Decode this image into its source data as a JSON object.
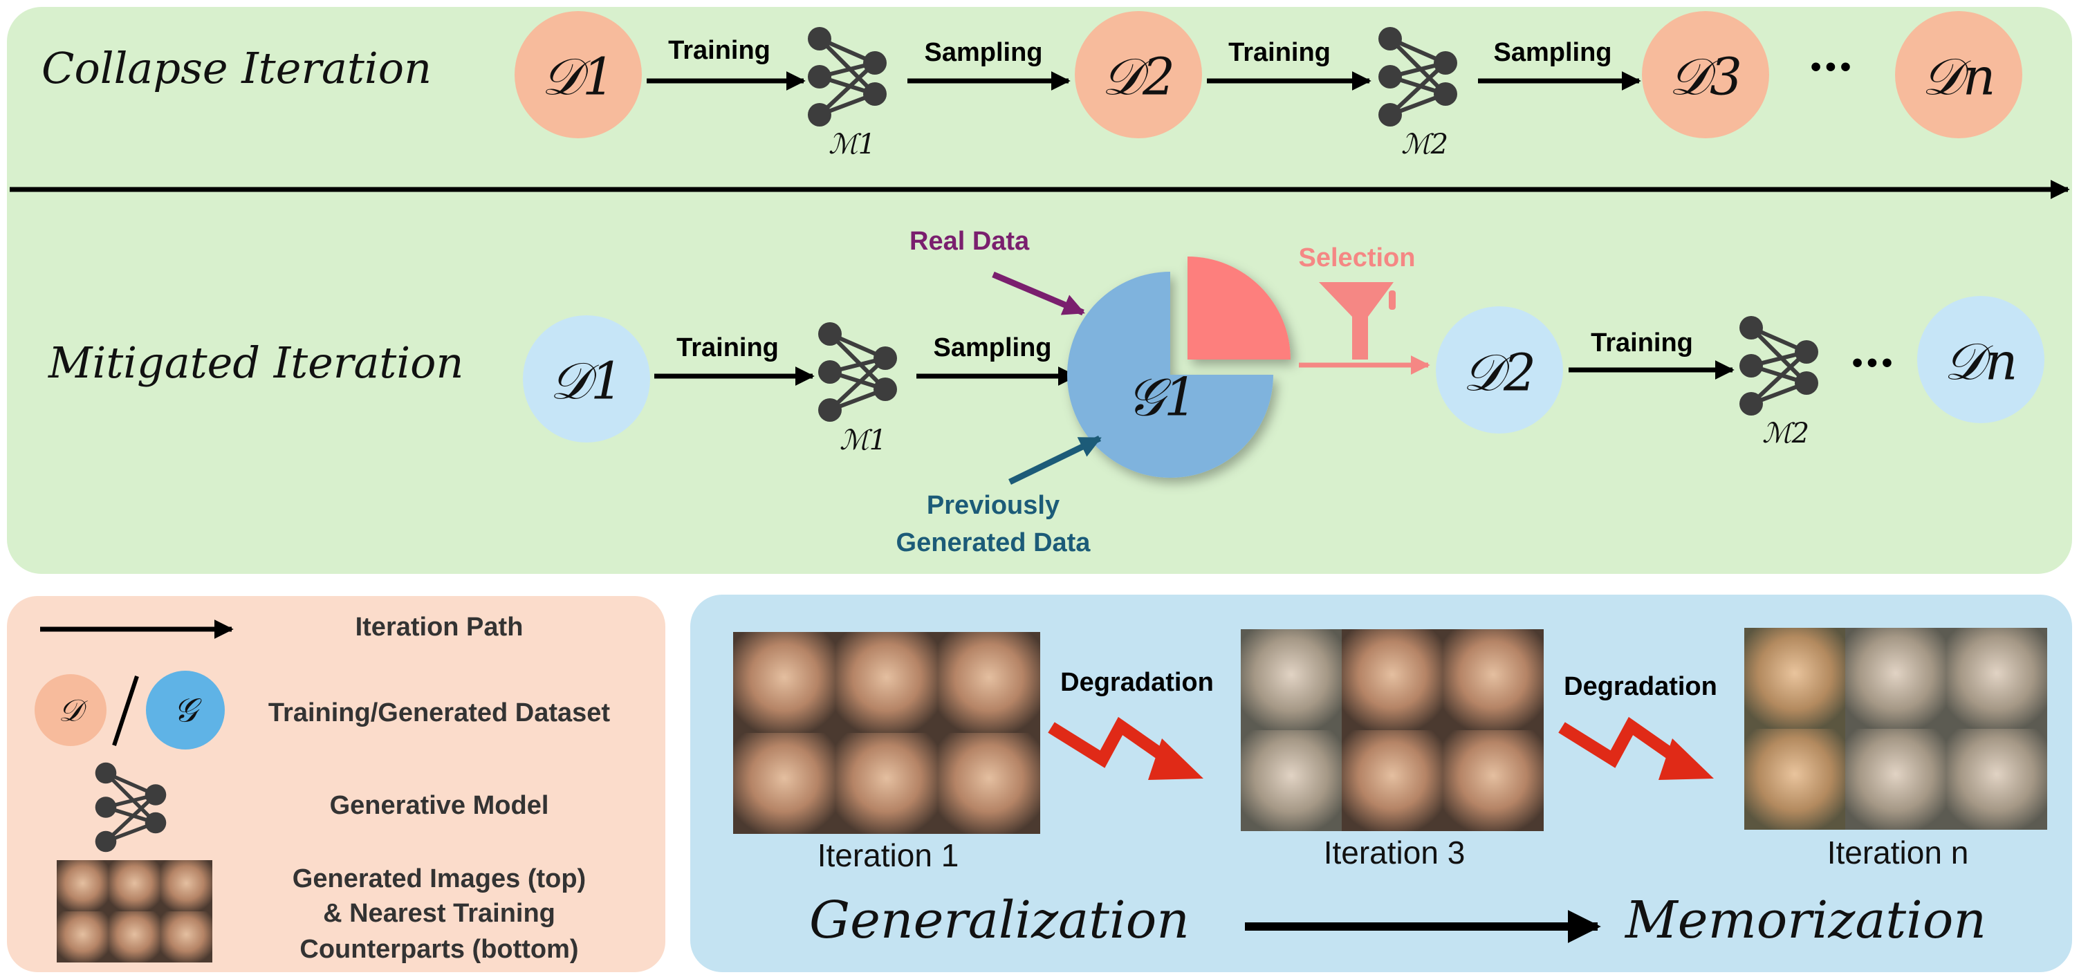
{
  "collapse": {
    "title": "Collapse Iteration",
    "nodes": [
      "𝒟1",
      "𝒟2",
      "𝒟3",
      "𝒟n"
    ],
    "models": [
      "ℳ1",
      "ℳ2"
    ],
    "edge_labels": [
      "Training",
      "Sampling",
      "Training",
      "Sampling"
    ],
    "ellipsis": "•••"
  },
  "mitigated": {
    "title": "Mitigated Iteration",
    "nodes": [
      "𝒟1",
      "𝒟2",
      "𝒟n"
    ],
    "generated_node": "𝒢1",
    "models": [
      "ℳ1",
      "ℳ2"
    ],
    "edge_labels": [
      "Training",
      "Sampling",
      "Training"
    ],
    "real_data_label": "Real Data",
    "previous_label_line1": "Previously",
    "previous_label_line2": "Generated Data",
    "selection_label": "Selection",
    "ellipsis": "•••"
  },
  "legend": {
    "iteration_path": "Iteration Path",
    "dataset_d": "𝒟",
    "dataset_g": "𝒢",
    "datasets": "Training/Generated Dataset",
    "model": "Generative Model",
    "images_line1": "Generated Images (top)",
    "images_line2": "& Nearest Training",
    "images_line3": "Counterparts (bottom)"
  },
  "evolution": {
    "degradation_1": "Degradation",
    "degradation_2": "Degradation",
    "captions": [
      "Iteration 1",
      "Iteration 3",
      "Iteration n"
    ],
    "from_label": "Generalization",
    "to_label": "Memorization"
  },
  "colors": {
    "green_panel": "#d8f0cd",
    "salmon_node": "#f7bb9c",
    "light_blue_node": "#c6e5f7",
    "legend_bg": "#fbdccb",
    "evolution_bg": "#c4e3f2",
    "pie_blue": "#7fb3dd",
    "pie_red": "#fd7f7d",
    "real_data": "#7a1f6e",
    "previous_data": "#1c5b78",
    "selection": "#f58784",
    "degradation": "#e02a17"
  }
}
